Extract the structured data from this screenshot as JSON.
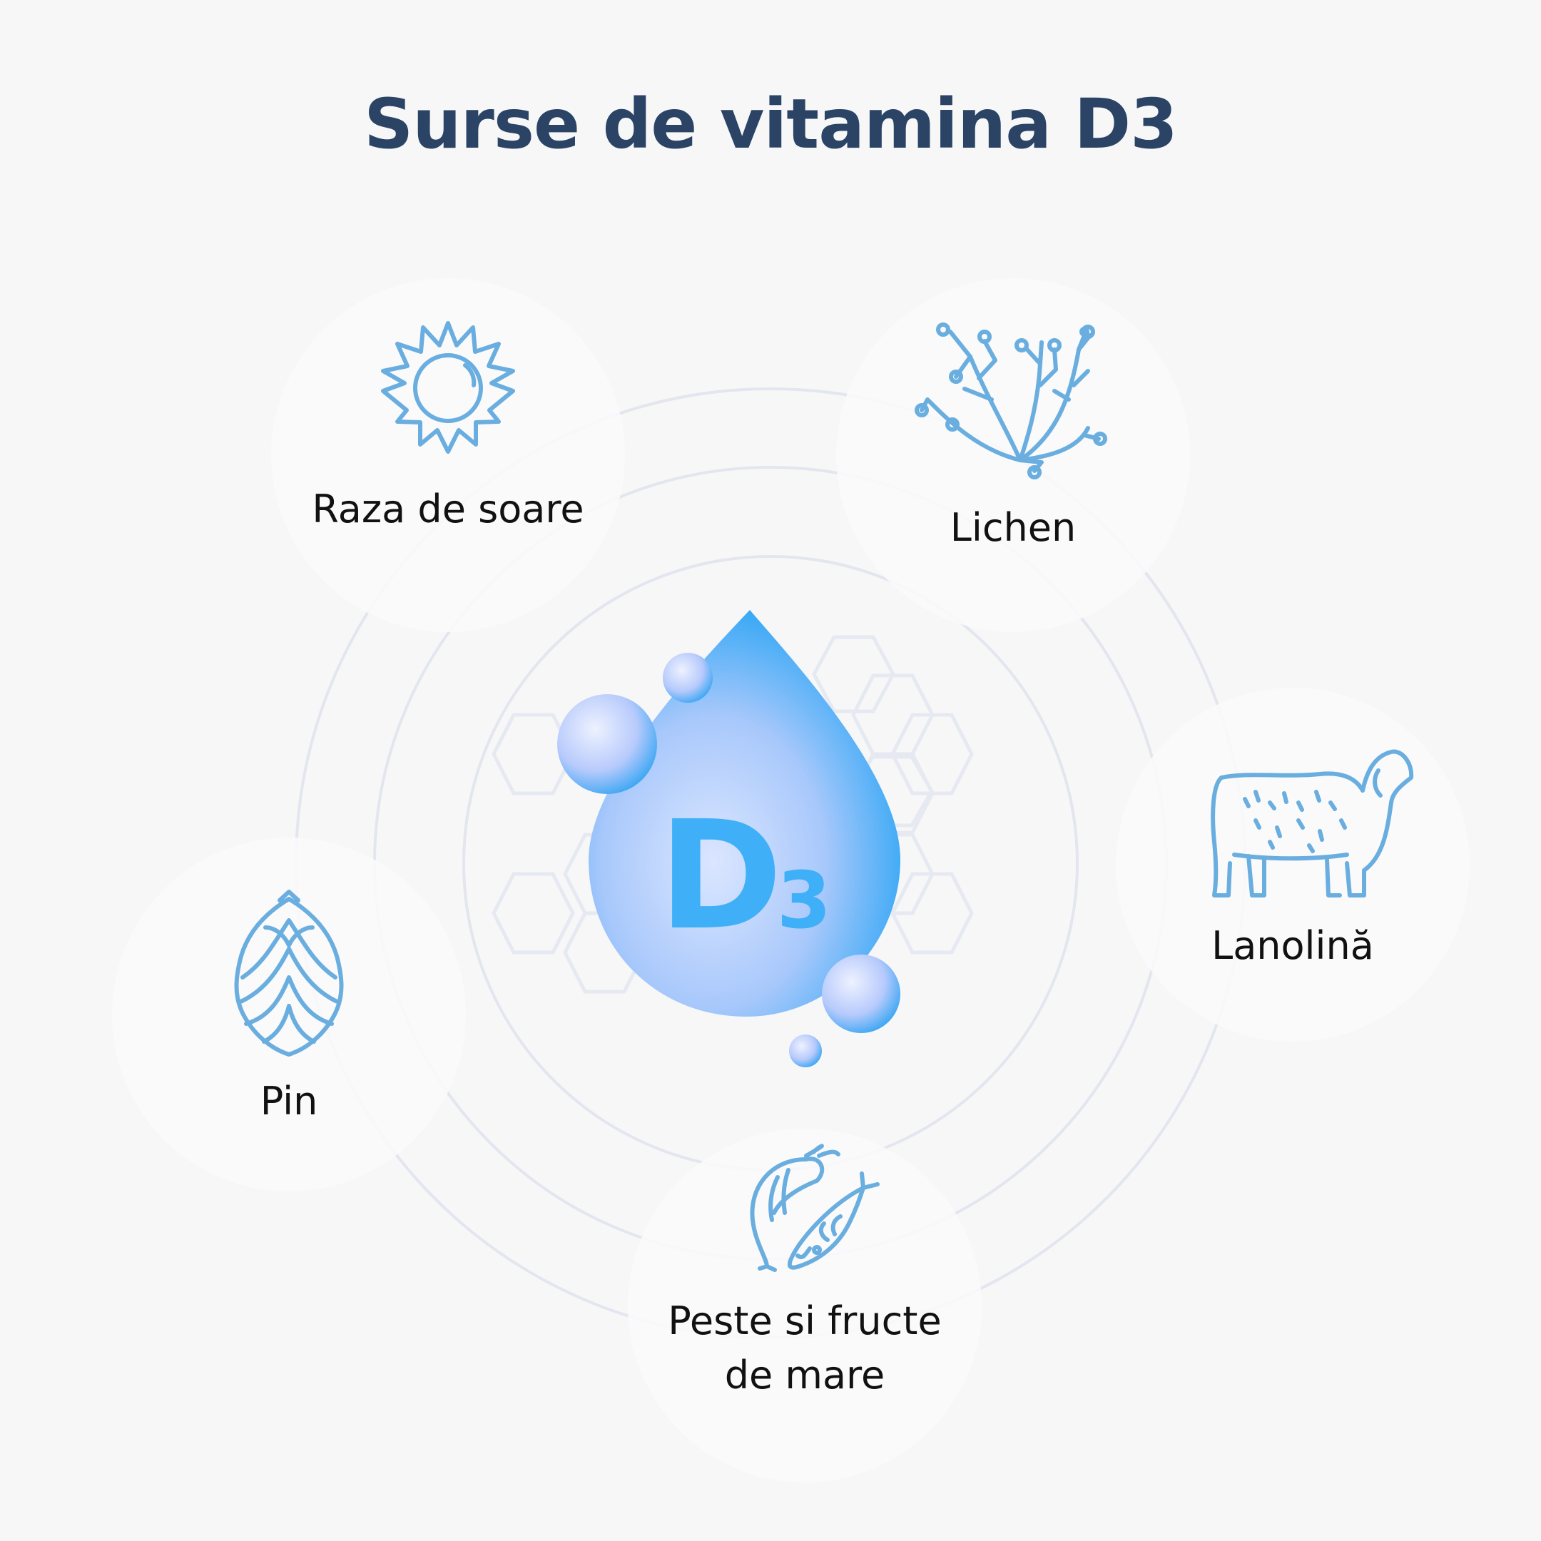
{
  "title": "Surse de vitamina D3",
  "center": {
    "letter": "D",
    "subscript": "3"
  },
  "sources": [
    {
      "label_lines": [
        "Raza de soare"
      ],
      "icon": "sun-icon"
    },
    {
      "label_lines": [
        "Lichen"
      ],
      "icon": "lichen-icon"
    },
    {
      "label_lines": [
        "Lanolină"
      ],
      "icon": "sheep-icon"
    },
    {
      "label_lines": [
        "Peste si fructe",
        "de mare"
      ],
      "icon": "shrimp-fish-icon"
    },
    {
      "label_lines": [
        "Pin"
      ],
      "icon": "pine-cone-icon"
    }
  ],
  "colors": {
    "title": "#2b4466",
    "icon_stroke": "#6aaee0",
    "drop_light": "#dbe6ff",
    "drop_dark": "#2fa6f5",
    "badge_text": "#3fb0f7",
    "background": "#f7f7f8"
  }
}
